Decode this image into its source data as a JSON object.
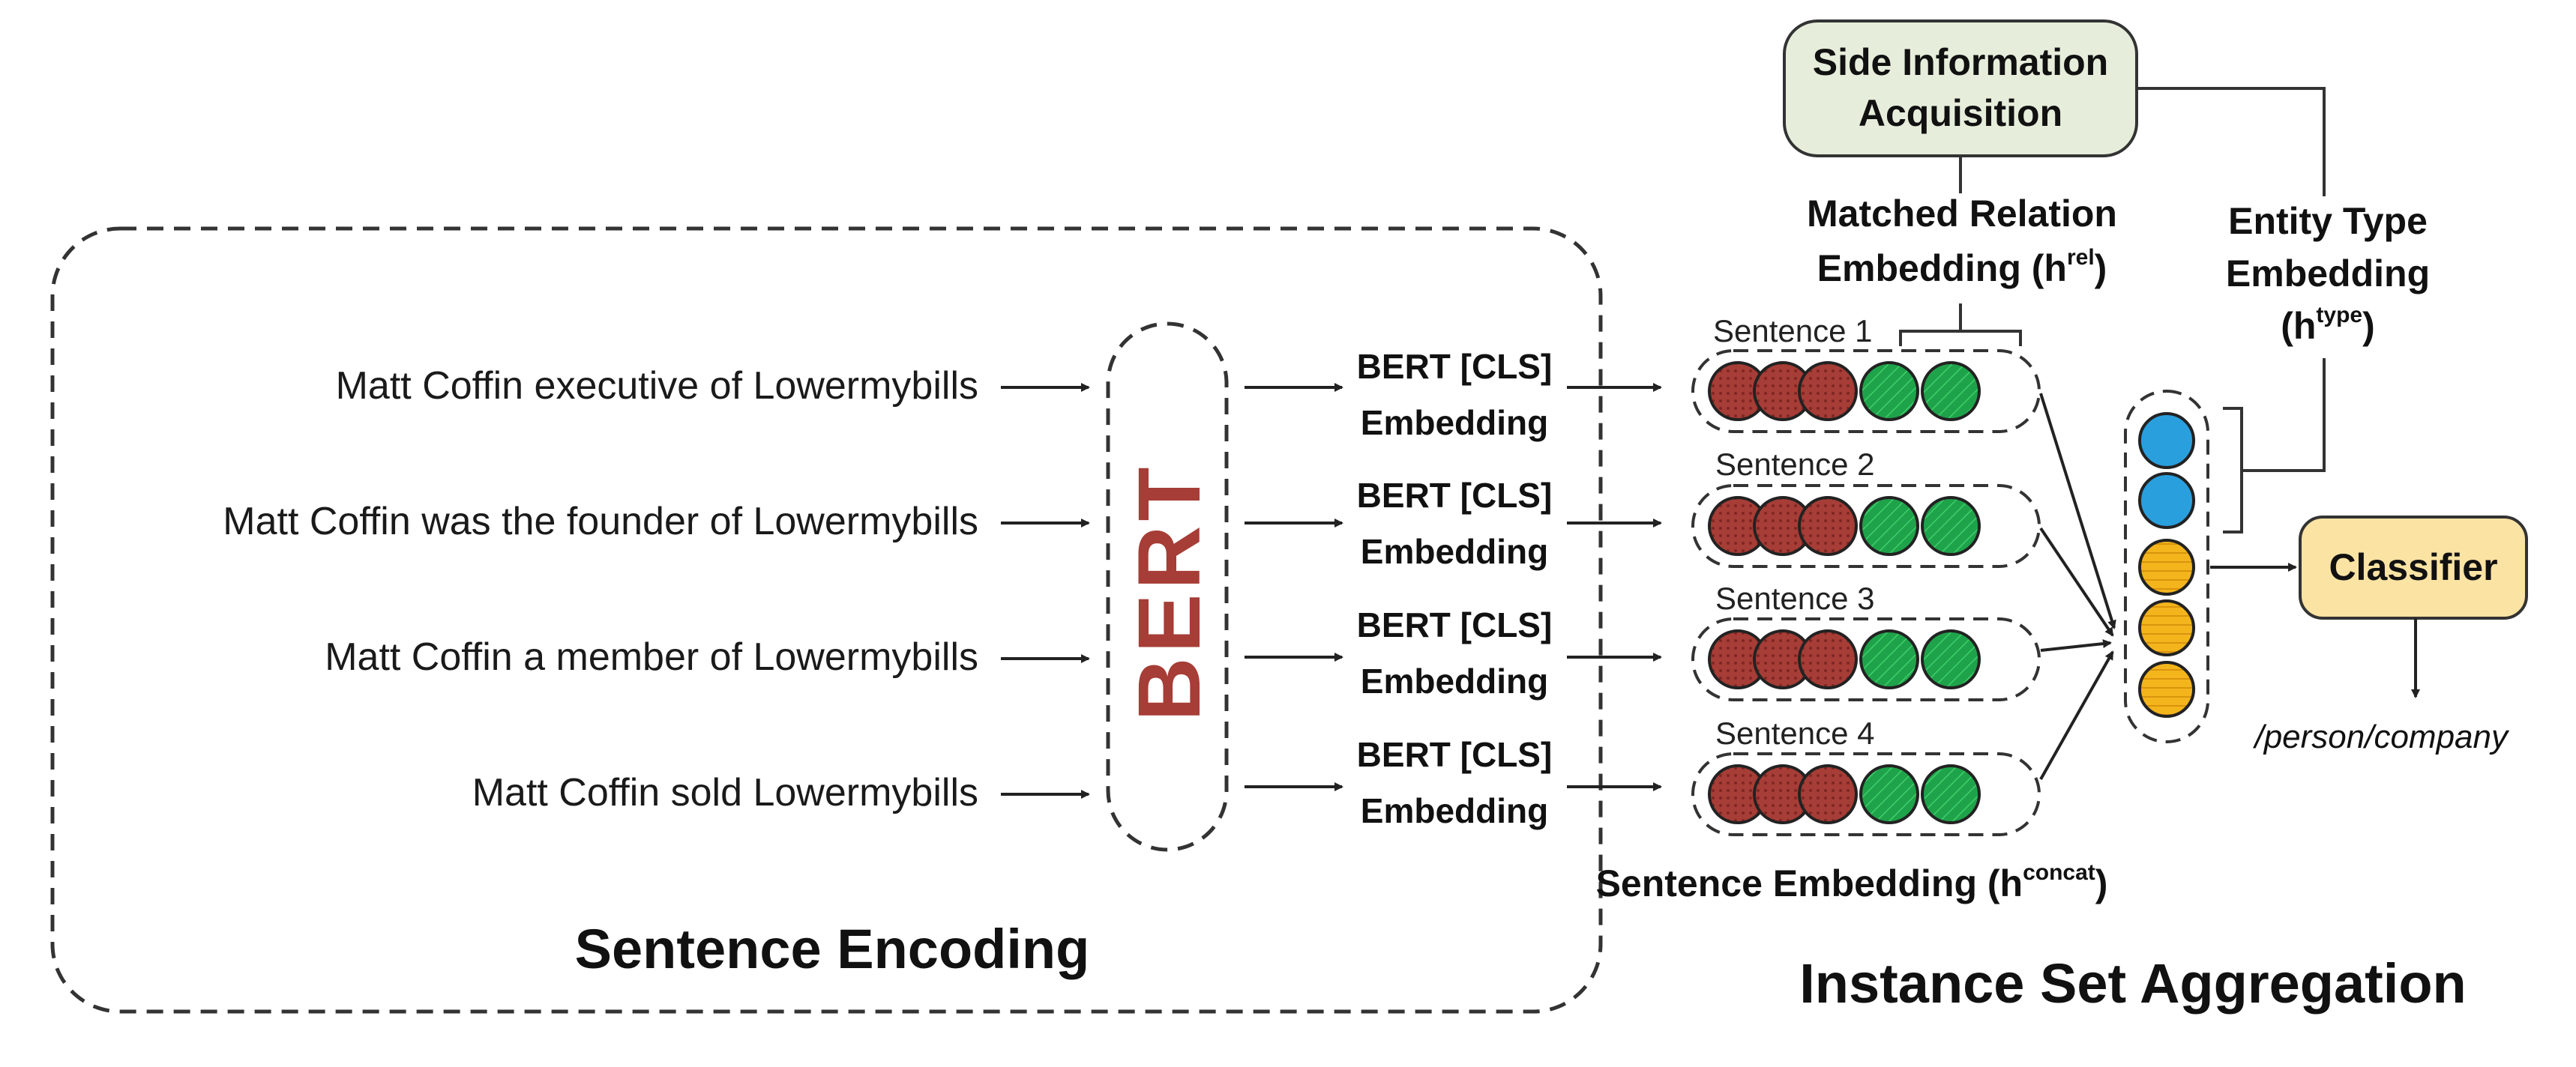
{
  "sentences": [
    "Matt Coffin executive of Lowermybills",
    "Matt Coffin was the founder of Lowermybills",
    "Matt Coffin a member of Lowermybills",
    "Matt Coffin sold Lowermybills"
  ],
  "bert_label": "BERT",
  "cls_embedding": {
    "line1": "BERT [CLS]",
    "line2": "Embedding"
  },
  "sentence_labels": [
    "Sentence 1",
    "Sentence 2",
    "Sentence 3",
    "Sentence 4"
  ],
  "side_info": {
    "line1": "Side Information",
    "line2": "Acquisition"
  },
  "matched_relation": {
    "line1": "Matched Relation",
    "line2_main": "Embedding (h",
    "line2_sup": "rel",
    "line2_end": ")"
  },
  "entity_type": {
    "line1": "Entity Type",
    "line2": "Embedding",
    "line3_main": "(h",
    "line3_sup": "type",
    "line3_end": ")"
  },
  "sentence_embedding": {
    "main": "Sentence Embedding (h",
    "sup": "concat",
    "end": ")"
  },
  "classifier": "Classifier",
  "output": "/person/company",
  "sections": {
    "left": "Sentence Encoding",
    "right": "Instance Set Aggregation"
  },
  "colors": {
    "relation_node": "#a63d36",
    "sentence_node": "#1fa34a",
    "type_node": "#2a9fde",
    "concat_node": "#f4b51c",
    "side_info_fill": "#e6eedb",
    "classifier_fill": "#fbe3a3"
  }
}
